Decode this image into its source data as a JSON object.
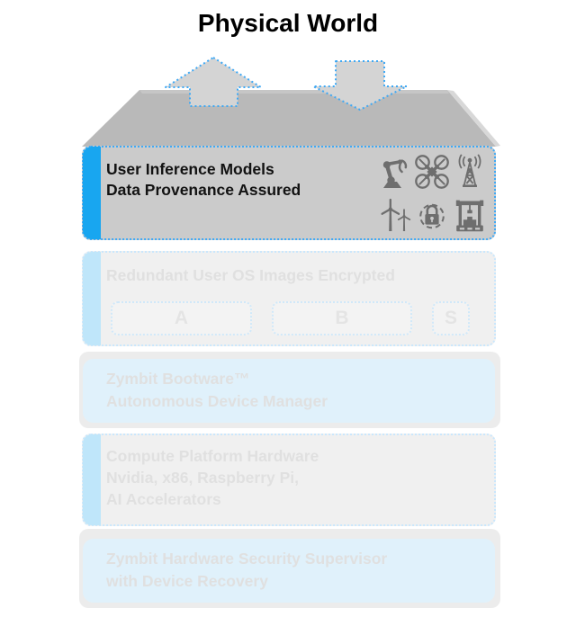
{
  "title": "Physical World",
  "colors": {
    "accent_blue": "#18a6f0",
    "outline_blue": "#3fa9f5",
    "slab_top": "#b9b9b9",
    "slab_front": "#cbcbcb",
    "icon_gray": "#6e6e6e",
    "faded_blue_fill": "#8ecdf3",
    "faded_text_gray": "#8f8f8f"
  },
  "arrows": {
    "up": "data-up-arrow",
    "down": "data-down-arrow"
  },
  "top_layer": {
    "line1": "User Inference Models",
    "line2": "Data Provenance Assured",
    "icons": [
      "robot-arm",
      "drone",
      "radio-tower",
      "wind-turbine",
      "secure-lock",
      "industrial-machine"
    ]
  },
  "faded_layers": {
    "os_images": {
      "title": "Redundant User OS Images Encrypted",
      "slots": [
        "A",
        "B",
        "S"
      ]
    },
    "bootware": {
      "line1": "Zymbit Bootware™",
      "line2": "Autonomous Device Manager"
    },
    "compute": {
      "line1": "Compute Platform Hardware",
      "line2": "Nvidia, x86, Raspberry Pi,",
      "line3": "AI Accelerators"
    },
    "supervisor": {
      "line1": "Zymbit Hardware Security Supervisor",
      "line2": "with Device Recovery"
    }
  }
}
